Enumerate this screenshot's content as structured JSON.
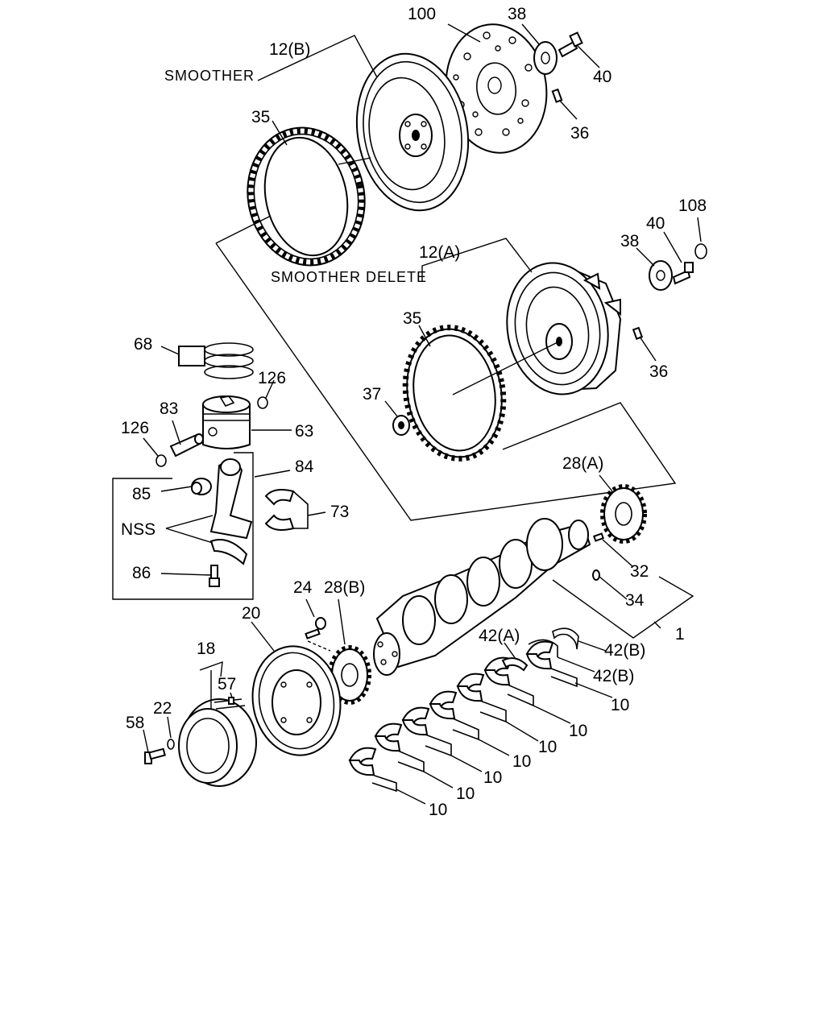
{
  "captions": {
    "smoother": "SMOOTHER",
    "smoother_delete": "SMOOTHER DELETE",
    "nss": "NSS"
  },
  "labels": {
    "p100": "100",
    "p38_top": "38",
    "p40_top": "40",
    "p12b": "12(B)",
    "p35_top": "35",
    "p36_top": "36",
    "p108": "108",
    "p40_mid": "40",
    "p38_mid": "38",
    "p12a": "12(A)",
    "p35_mid": "35",
    "p36_mid": "36",
    "p37": "37",
    "p68": "68",
    "p126_right": "126",
    "p83": "83",
    "p126_left": "126",
    "p63": "63",
    "p84": "84",
    "p85": "85",
    "p73": "73",
    "p86": "86",
    "p28a": "28(A)",
    "p32": "32",
    "p34": "34",
    "p1": "1",
    "p24": "24",
    "p28b": "28(B)",
    "p20": "20",
    "p18": "18",
    "p57": "57",
    "p58": "58",
    "p22": "22",
    "p42a": "42(A)",
    "p42b_1": "42(B)",
    "p42b_2": "42(B)",
    "p10_1": "10",
    "p10_2": "10",
    "p10_3": "10",
    "p10_4": "10",
    "p10_5": "10",
    "p10_6": "10",
    "p10_7": "10"
  }
}
